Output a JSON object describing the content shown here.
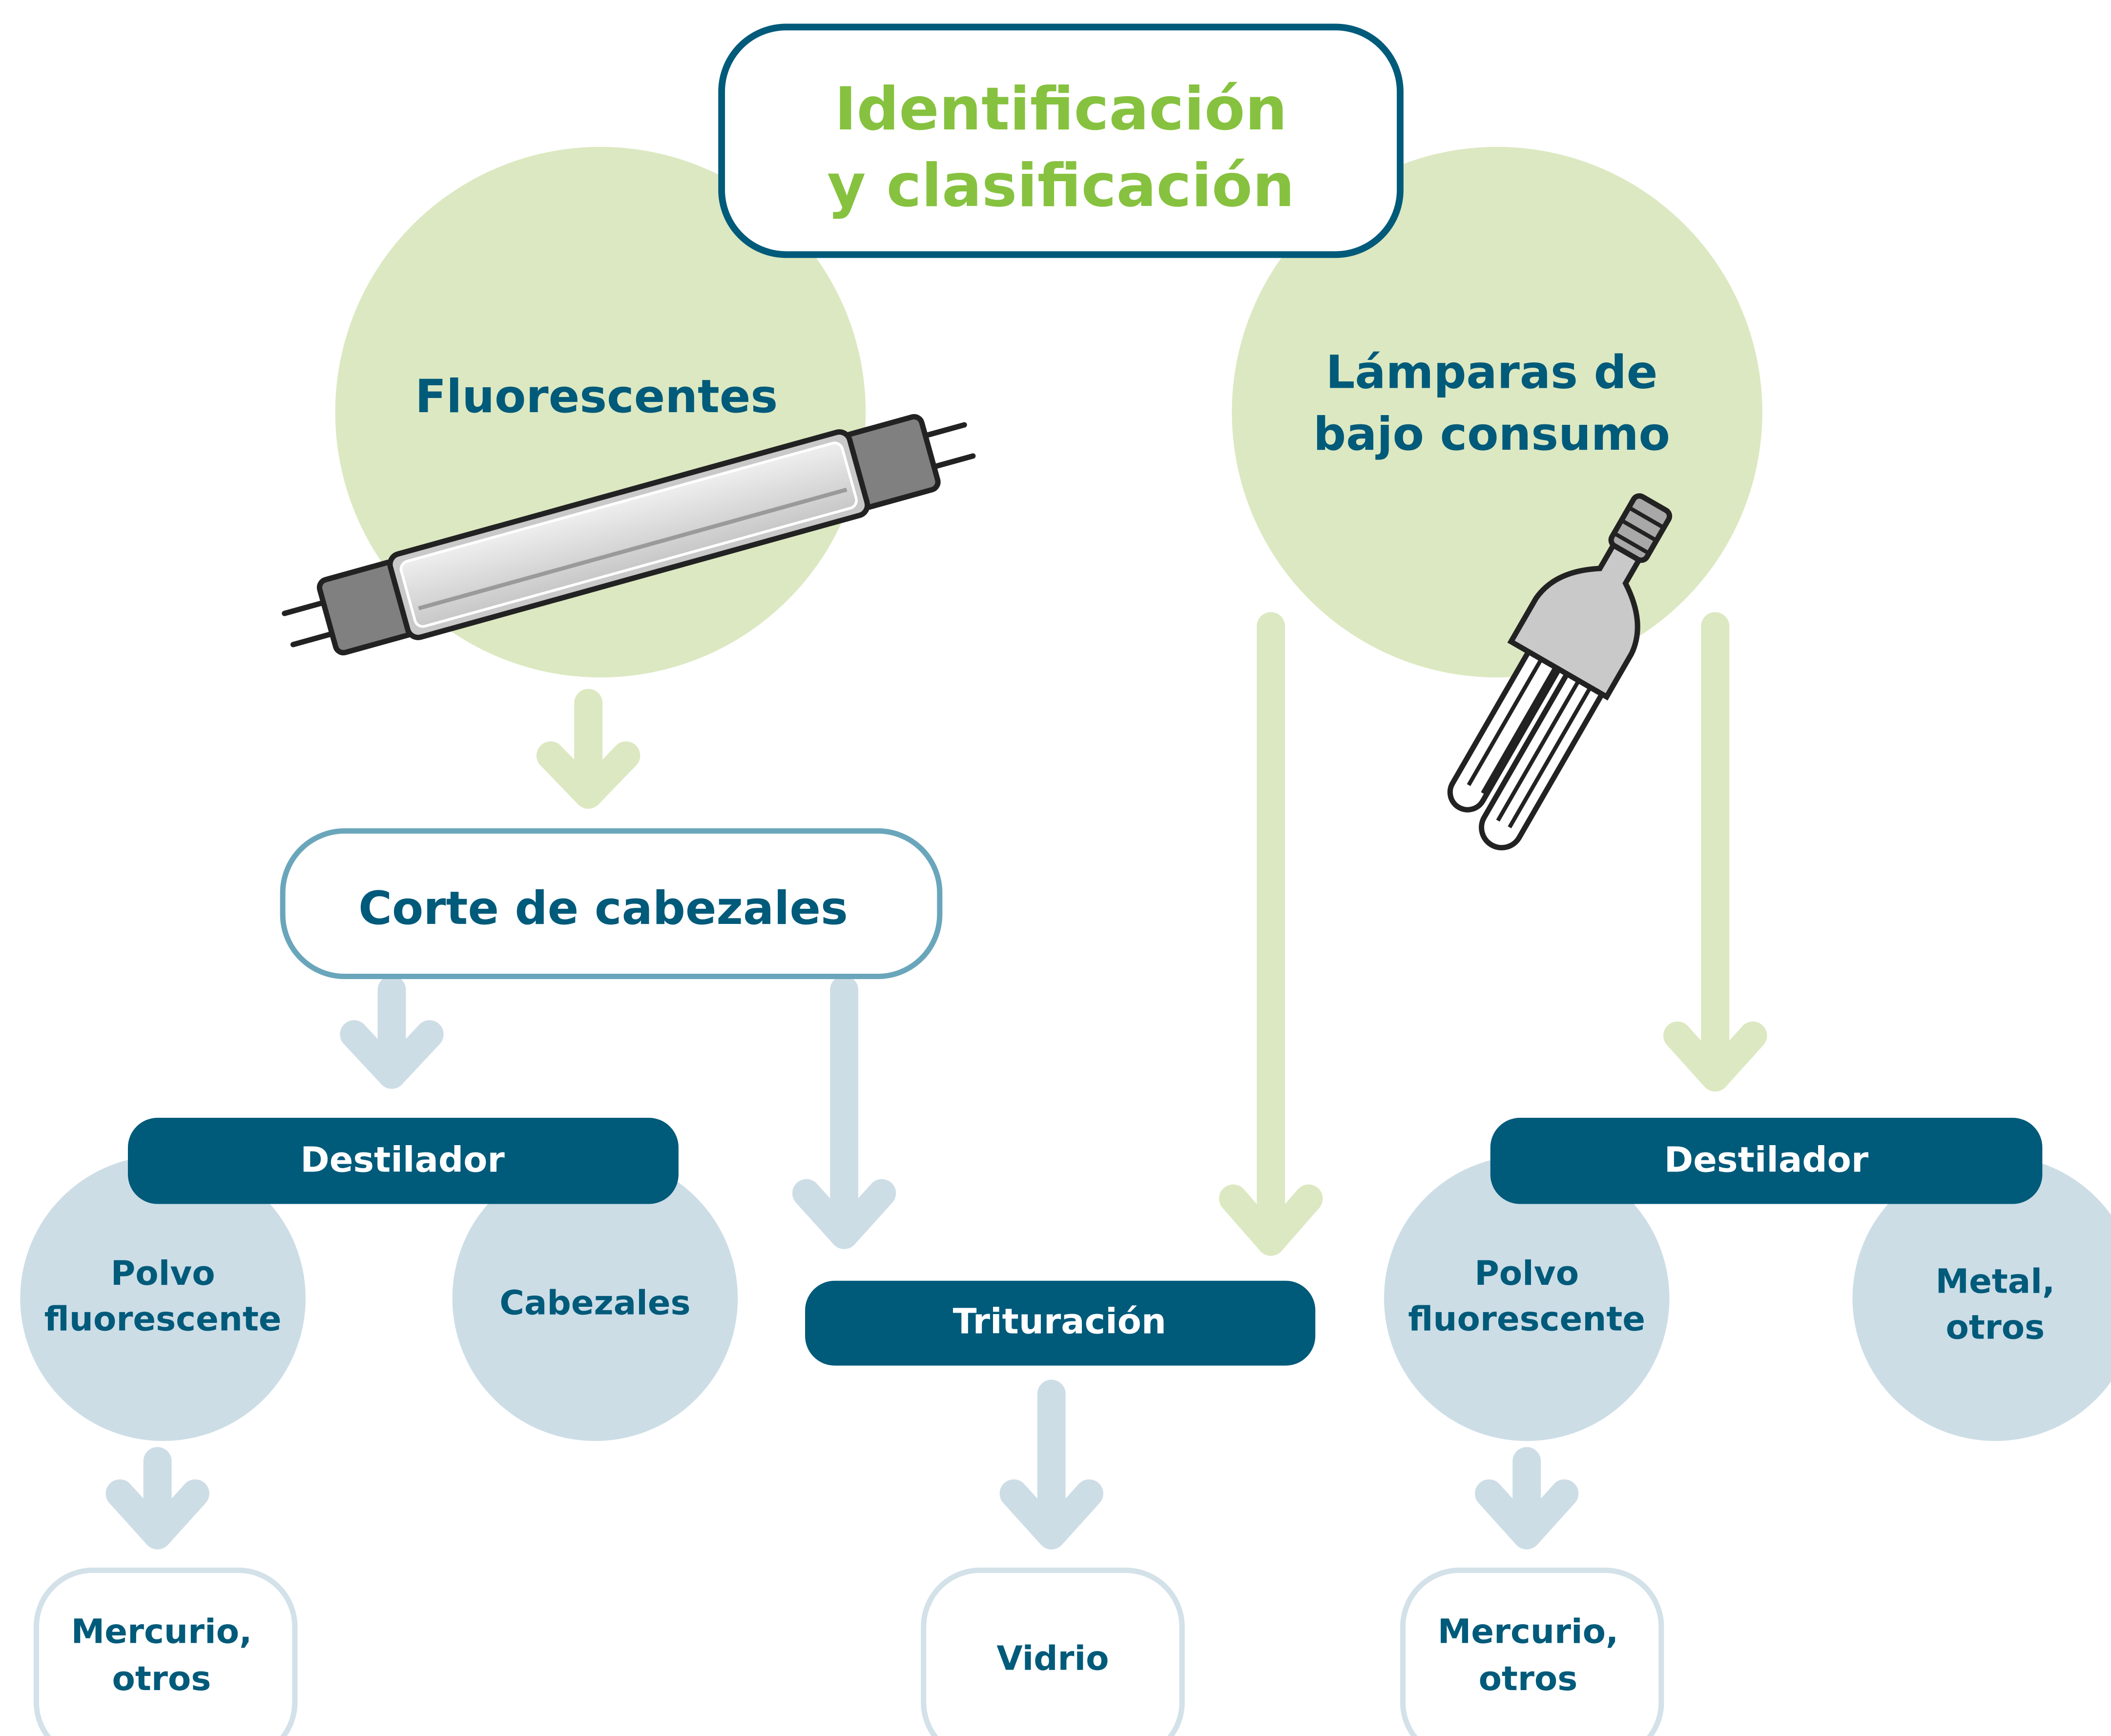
{
  "title": {
    "line1": "Identificación",
    "line2": "y clasificación"
  },
  "fluorescentes": {
    "label": "Fluorescentes",
    "icon": "fluorescent-tube-icon"
  },
  "bajo_consumo": {
    "line1": "Lámparas de",
    "line2": "bajo consumo",
    "icon": "cfl-bulb-icon"
  },
  "corte": {
    "label": "Corte de cabezales"
  },
  "destilador_left": {
    "label": "Destilador"
  },
  "destilador_right": {
    "label": "Destilador"
  },
  "trituracion": {
    "label": "Trituración"
  },
  "polvo_left": {
    "line1": "Polvo",
    "line2": "fluorescente"
  },
  "cabezales": {
    "label": "Cabezales"
  },
  "polvo_right": {
    "line1": "Polvo",
    "line2": "fluorescente"
  },
  "metal": {
    "line1": "Metal,",
    "line2": "otros"
  },
  "mercurio_left": {
    "line1": "Mercurio,",
    "line2": "otros"
  },
  "vidrio": {
    "label": "Vidrio"
  },
  "mercurio_right": {
    "line1": "Mercurio,",
    "line2": "otros"
  },
  "colors": {
    "dark_teal": "#005a7a",
    "title_green": "#86c23f",
    "light_green_circle": "#dce8c1",
    "green_arrow": "#dbe8c1",
    "light_blue_circle": "#ccdde6",
    "blue_arrow": "#cddde6",
    "corte_border": "#6aa6bb",
    "result_border": "#d3e1e9"
  }
}
